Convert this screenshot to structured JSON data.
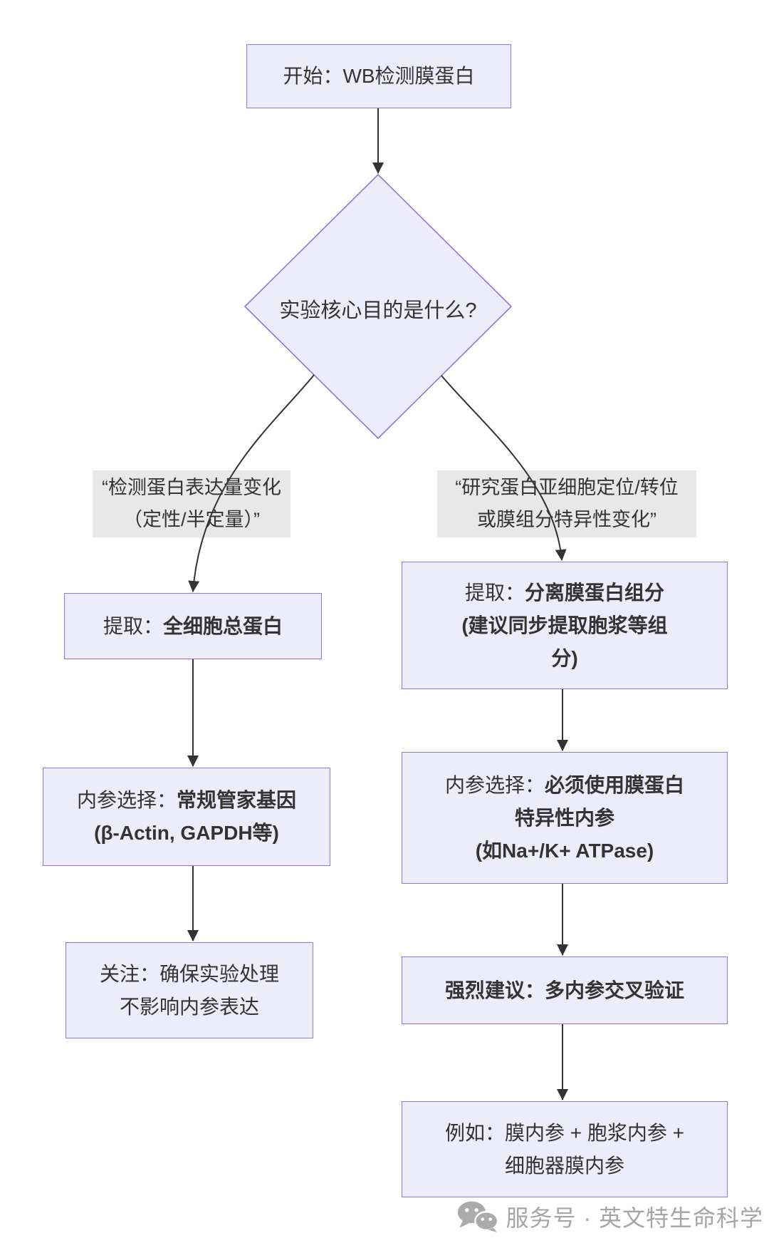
{
  "colors": {
    "node_fill": "#ECECFA",
    "node_border": "#9673DB",
    "edge": "#333333",
    "edge_label_bg": "#E8E8E8",
    "text": "#333333",
    "footer_gray": "#A5A5A5"
  },
  "nodes": {
    "start": {
      "text": "开始：WB检测膜蛋白"
    },
    "decision": {
      "text": "实验核心目的是什么?"
    },
    "left_edge_label": {
      "line1": "“检测蛋白表达量变化",
      "line2": "（定性/半定量）”"
    },
    "right_edge_label": {
      "line1": "“研究蛋白亚细胞定位/转位",
      "line2": "或膜组分特异性变化”"
    },
    "left_extract": {
      "prefix": "提取：",
      "emphasis": "全细胞总蛋白"
    },
    "left_control": {
      "prefix": "内参选择：",
      "emphasis": "常规管家基因",
      "emphasis_line2": "(β-Actin, GAPDH等)"
    },
    "left_focus": {
      "line1": "关注：确保实验处理",
      "line2": "不影响内参表达"
    },
    "right_extract": {
      "prefix": "提取：",
      "emphasis": "分离膜蛋白组分",
      "emphasis_line2": "(建议同步提取胞浆等组",
      "emphasis_line3": "分)"
    },
    "right_control": {
      "prefix": "内参选择：",
      "emphasis": "必须使用膜蛋白",
      "emphasis_line2": "特异性内参",
      "emphasis_line3": "(如Na+/K+ ATPase)"
    },
    "right_advice": {
      "text": "强烈建议：多内参交叉验证"
    },
    "right_example": {
      "line1": "例如：膜内参 + 胞浆内参 +",
      "line2": "细胞器膜内参"
    }
  },
  "footer": {
    "text": "服务号 · 英文特生命科学"
  }
}
